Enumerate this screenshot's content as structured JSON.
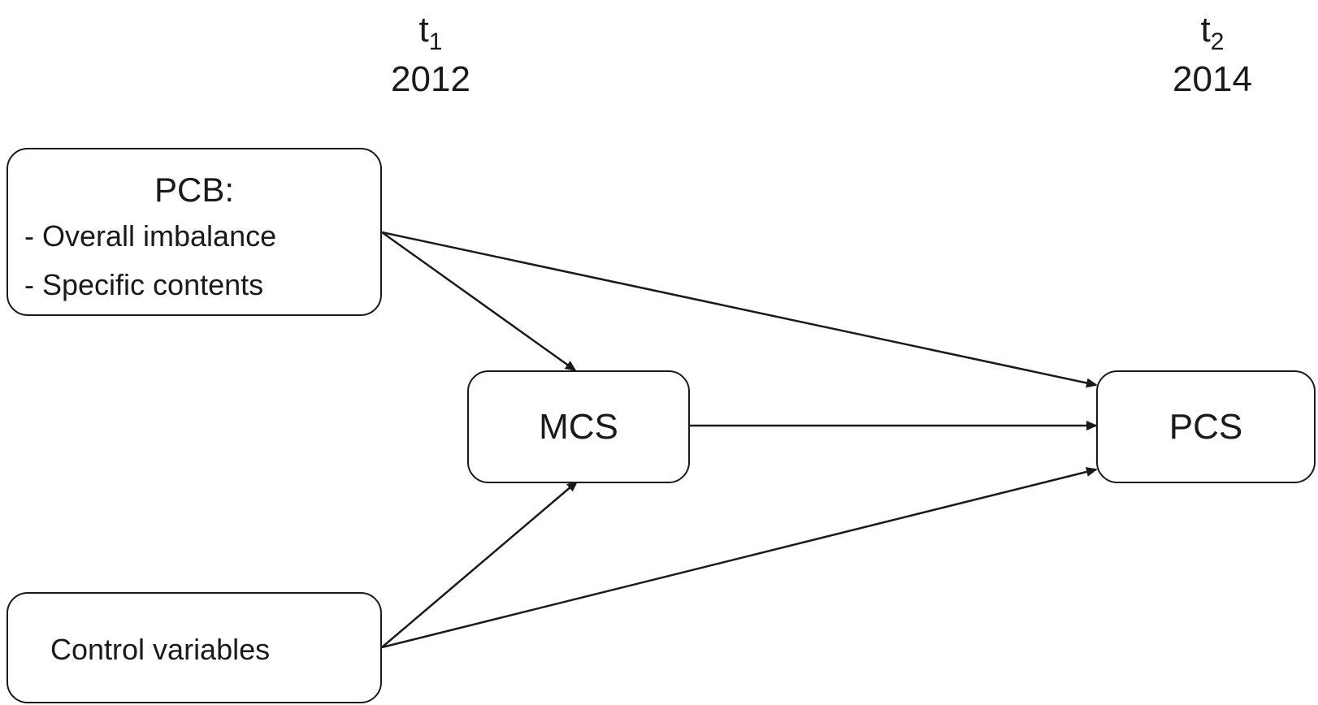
{
  "time_points": [
    {
      "t": "t",
      "sub": "1",
      "year": "2012"
    },
    {
      "t": "t",
      "sub": "2",
      "year": "2014"
    }
  ],
  "nodes": {
    "pcb": {
      "title": "PCB:",
      "items": [
        "- Overall imbalance",
        "- Specific contents"
      ]
    },
    "mcs": {
      "label": "MCS"
    },
    "pcs": {
      "label": "PCS"
    },
    "control": {
      "label": "Control variables"
    }
  },
  "edges": [
    {
      "from": "pcb",
      "to": "mcs"
    },
    {
      "from": "pcb",
      "to": "pcs"
    },
    {
      "from": "mcs",
      "to": "pcs"
    },
    {
      "from": "control",
      "to": "mcs"
    },
    {
      "from": "control",
      "to": "pcs"
    }
  ],
  "colors": {
    "stroke": "#1a1a1a",
    "background": "#ffffff"
  }
}
